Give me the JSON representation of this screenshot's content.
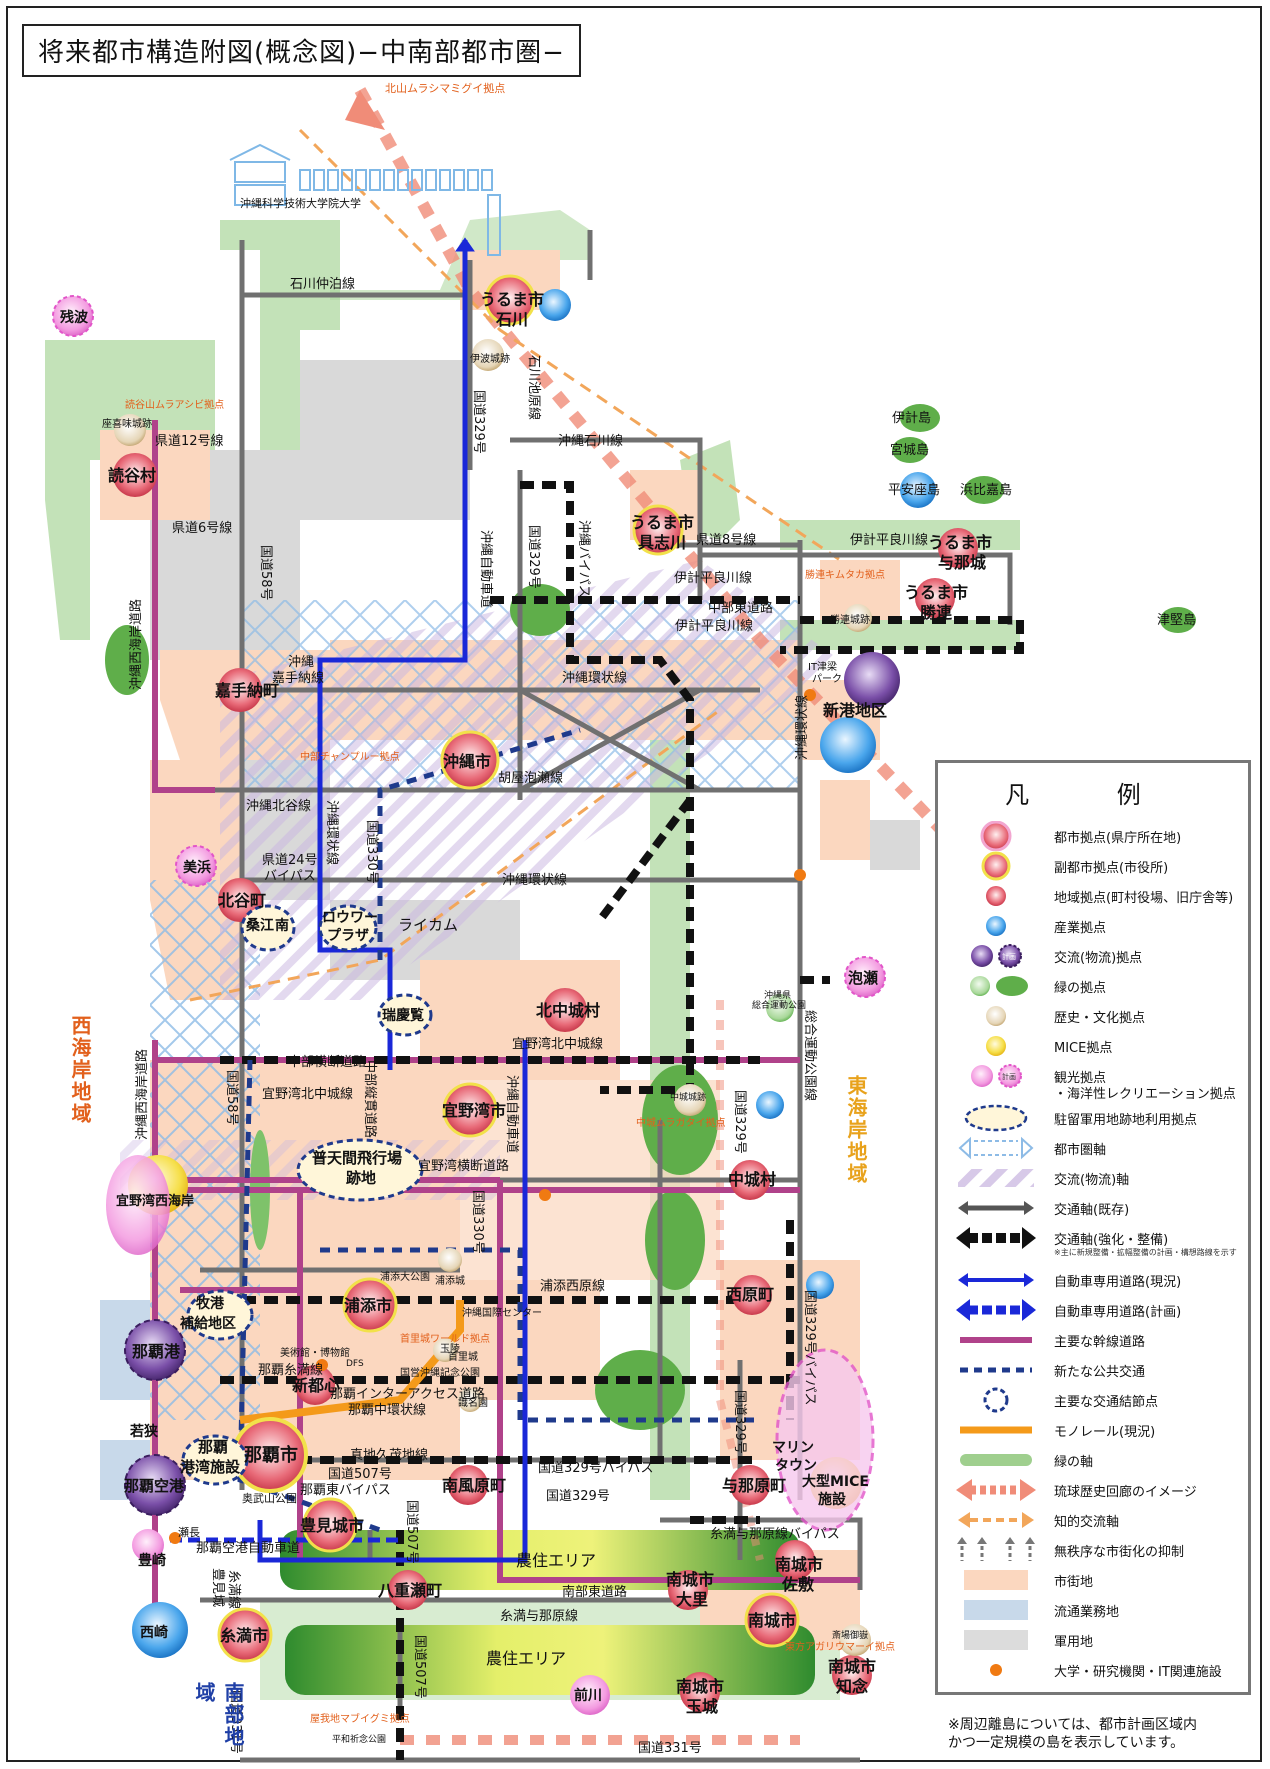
{
  "title": "将来都市構造附図(概念図)−中南部都市圏−",
  "regions": {
    "west": "西海岸地域",
    "east": "東海岸地域",
    "south": "南部地域"
  },
  "colors": {
    "urban": "#fbd7bf",
    "logistics": "#c8d9ea",
    "military": "#dcdcdc",
    "green": "#9fcf8e",
    "road_main": "#b0428a",
    "road_existing": "#707070",
    "expressway": "#1a28d8",
    "axis_purple": "#b8a6d4",
    "axis_sky": "#7fb2e3",
    "corridor_red": "#f08c78",
    "corridor_orange": "#f2a65a",
    "monorail": "#f49a1a",
    "transit": "#1f3a8c"
  },
  "hubs": {
    "okinawa": "沖縄市",
    "naha": "那覇市",
    "uruma_ishikawa": [
      "うるま市",
      "石川"
    ],
    "uruma_gushikawa": [
      "うるま市",
      "具志川"
    ],
    "uruma_yonashiro": [
      "うるま市",
      "与那城"
    ],
    "uruma_katsuren": [
      "うるま市",
      "勝連"
    ],
    "yomitan": "読谷村",
    "kadena": "嘉手納町",
    "chatan": "北谷町",
    "kitanakagusuku": "北中城村",
    "ginowan": "宜野湾市",
    "nakagusuku": "中城村",
    "urasoe": "浦添市",
    "nishihara": "西原町",
    "shintoshin": "新都心",
    "haebaru": "南風原町",
    "yonabaru": "与那原町",
    "tomigusuku": "豊見城市",
    "yaese": "八重瀬町",
    "itoman": "糸満市",
    "nanjo_ozato": [
      "南城市",
      "大里"
    ],
    "nanjo_sashiki": [
      "南城市",
      "佐敷"
    ],
    "nanjo": "南城市",
    "nanjo_chinen": [
      "南城市",
      "知念"
    ],
    "nanjo_tamagusuku": [
      "南城市",
      "玉城"
    ]
  },
  "places": {
    "oist": "沖縄科学技術大学院大学",
    "kitayama": "北山ムラシマミグイ拠点",
    "yomitanyama": "読谷山ムラアシビ拠点",
    "zakimi": "座喜味城跡",
    "iha": "伊波城跡",
    "katsuren_castle": "勝連城跡",
    "katsuren_kim": "勝連キムタカ拠点",
    "it_tsushin": [
      "IT津梁",
      "パーク"
    ],
    "shinko": "新港地区",
    "chanpuru": "中部チャンプルー拠点",
    "raikamu": "ライカム",
    "ryukyu_gum": "瑞慶覧",
    "kuwae": [
      "桑江",
      "南"
    ],
    "rowrey": [
      "ロウワー",
      "プラザ"
    ],
    "sogo_park_hub": [
      "沖縄県",
      "総合運動公園"
    ],
    "awase": "泡瀬",
    "nakagusuku_castle": "中城城跡",
    "nakagusuku_hub": "中城ムラガタイ拠点",
    "futenma": [
      "普天間飛行場",
      "跡地"
    ],
    "ginowan_coast": "宜野湾西海岸",
    "urasoe_park": "浦添大公園",
    "urasoe_castle": "浦添城",
    "makiminato": [
      "牧港",
      "補給地区"
    ],
    "convention": "沖縄国際センター",
    "naha_port": "那覇港",
    "naha_airport": "那覇空港",
    "naha_military": [
      "那覇",
      "港湾施設"
    ],
    "shuri": "首里城",
    "shuri_hub": "首里城ワールド拠点",
    "dfs": "DFS",
    "museum": "美術館・博物館",
    "tamaudun": "玉陵",
    "shurijo_park": "国営沖縄記念公園",
    "shikinaen": "識名園",
    "ounoyama": "奥武山公園",
    "senaga": "瀬長",
    "wakasa": "若狭",
    "toyosaki": "豊崎",
    "nishizaki": "西崎",
    "marine_town": [
      "マリン",
      "タウン"
    ],
    "mice": [
      "大型MICE",
      "施設"
    ],
    "nanjo_hub": "東方アガリウマーイ拠点",
    "sefa": "斎場御嶽",
    "maekawa": "前川",
    "hub_itoman": "屋我地マブイグミ拠点",
    "peace_park": "平和祈念公園",
    "agri1": "農住エリア",
    "agri2": "農住エリア",
    "zanpa": "残波",
    "mihama": "美浜",
    "ikei": "伊計島",
    "miyagi": "宮城島",
    "henza": "平安座島",
    "hamahiga": "浜比嘉島",
    "tsuken": "津堅島"
  },
  "roads": {
    "ishikawa_nakadomari": "石川仲泊線",
    "pref12": "県道12号線",
    "pref6": "県道6号線",
    "r58": "国道58号",
    "r329": "国道329号",
    "ishikawa_ring": "石川池原線",
    "okinawa_ishikawa": "沖縄石川線",
    "okinawa_expressway": "沖縄自動車道",
    "r329b": "国道329号",
    "okinawa_bypass": "沖縄バイパス",
    "pref8": "県道8号線",
    "ikei_tairyo": "伊計平良川線",
    "chubu_east": "中部東道路",
    "ikei_tairyo2": "伊計平良川線",
    "okinawa_kadena": [
      "沖縄",
      "嘉手納線"
    ],
    "okinawa_ring": "沖縄環状線",
    "west_coast": "沖縄西海岸道路",
    "goya": "胡屋泡瀬線",
    "okinawa_north": "沖縄北谷線",
    "pref24": [
      "県道24号",
      "バイパス"
    ],
    "okinawa_ring2": "沖縄環状線",
    "r330": "国道330号",
    "okinawa_ring3": "沖縄環状線",
    "ginowan_kita": "宜野湾北中城線",
    "chubu_oudan": "中部横断道路",
    "ginowan_kita2": "宜野湾北中城線",
    "nakagusuku_ginowan": "中部縦貫道路",
    "r58b": "国道58号",
    "west_coast2": "沖縄西海岸道路",
    "ginowan_yoko": "宜野湾横断道路",
    "okinawa_exp2": "沖縄自動車道",
    "r330b": "国道330号",
    "r329c": "国道329号",
    "sogo_park": "総合運動公園線",
    "urasoe_west": "浦添西原線",
    "naha_itoman": "那覇糸満線",
    "naha_ic": "那覇インターアクセス道路",
    "naha_ring": "那覇中環状線",
    "r329_bypass": "国道329号バイパス",
    "r329d": "国道329号",
    "r329_bypass2": "国道329号バイパス",
    "mawashi": "真地久茂地線",
    "r507": "国道507号",
    "naha_tobe": "那覇東バイパス",
    "r507b": "国道507号",
    "airport_exp": "那覇空港自動車道",
    "toyomi_itoman": [
      "豊見城",
      "糸満線"
    ],
    "nanbu_east": "南部東道路",
    "itoman_yonabaru": "糸満与那原線",
    "yonabaru_bypass": "糸満与那原線バイパス",
    "r331": "国道331号",
    "r331b": "国道331号",
    "r507c": "国道507号"
  },
  "legend": {
    "title": "凡 例",
    "items": [
      {
        "label": "都市拠点(県庁所在地)"
      },
      {
        "label": "副都市拠点(市役所)"
      },
      {
        "label": "地域拠点(町村役場、旧庁舎等)"
      },
      {
        "label": "産業拠点"
      },
      {
        "label": "交流(物流)拠点",
        "sublabel": "計画"
      },
      {
        "label": "緑の拠点"
      },
      {
        "label": "歴史・文化拠点"
      },
      {
        "label": "MICE拠点"
      },
      {
        "label": "観光拠点",
        "label2": "・海洋性レクリエーション拠点",
        "sublabel": "計画"
      },
      {
        "label": "駐留軍用地跡地利用拠点"
      },
      {
        "label": "都市圏軸"
      },
      {
        "label": "交流(物流)軸"
      },
      {
        "label": "交通軸(既存)"
      },
      {
        "label": "交通軸(強化・整備)",
        "note": "※主に新規整備・拡幅整備の計画・構想路線を示す"
      },
      {
        "label": "自動車専用道路(現況)"
      },
      {
        "label": "自動車専用道路(計画)"
      },
      {
        "label": "主要な幹線道路"
      },
      {
        "label": "新たな公共交通"
      },
      {
        "label": "主要な交通結節点"
      },
      {
        "label": "モノレール(現況)"
      },
      {
        "label": "緑の軸"
      },
      {
        "label": "琉球歴史回廊のイメージ"
      },
      {
        "label": "知的交流軸"
      },
      {
        "label": "無秩序な市街化の抑制"
      },
      {
        "label": "市街地"
      },
      {
        "label": "流通業務地"
      },
      {
        "label": "軍用地"
      },
      {
        "label": "大学・研究機関・IT関連施設"
      }
    ]
  },
  "footnote": [
    "※周辺離島については、都市計画区域内",
    "かつ一定規模の島を表示しています。"
  ]
}
